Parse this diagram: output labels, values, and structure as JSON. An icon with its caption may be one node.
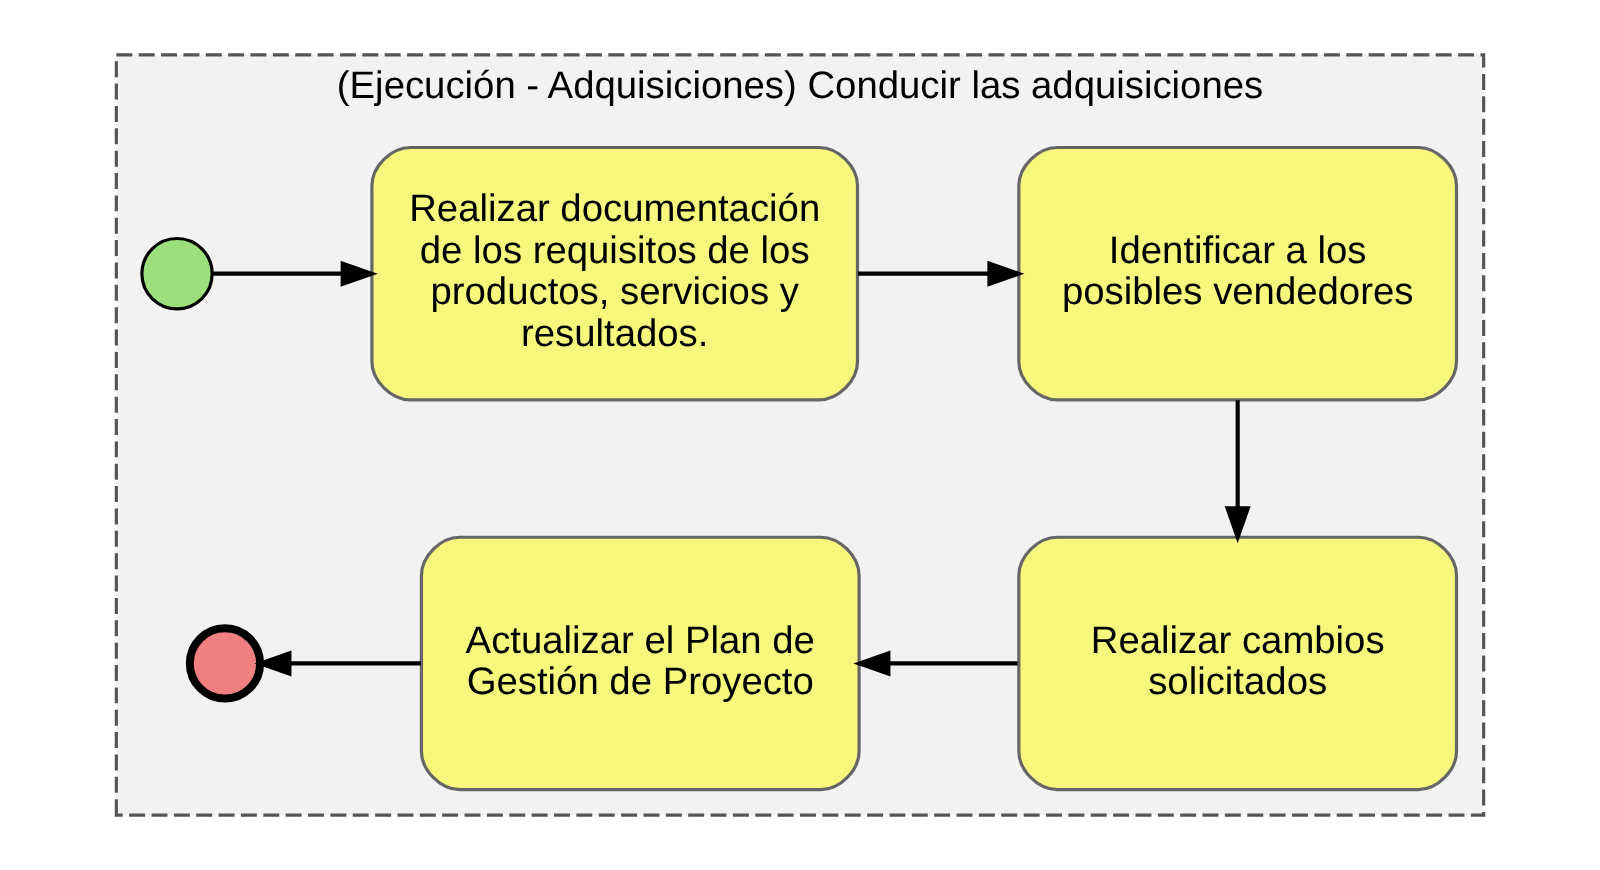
{
  "diagram": {
    "nodes": [
      {
        "text": [
          "(Ejecución - Adquisiciones) Conducir las adquisiciones"
        ]
      },
      {
        "text": [],
        "shape": "circle",
        "in": 0
      },
      {
        "text": [
          "Realizar documentación de los requisitos de los productos, servicios y resultados."
        ],
        "in": 0
      },
      {
        "text": [
          "Identificar a los posibles vendedores"
        ],
        "in": 0
      },
      {
        "text": [
          "Realizar cambios solicitados"
        ],
        "in": 0
      },
      {
        "text": [
          "Actualizar el Plan de Gestión de Proyecto"
        ],
        "in": 0
      },
      {
        "text": [],
        "shape": "circle",
        "in": 0
      }
    ],
    "edges": [
      {
        "from": 1,
        "to": 2,
        "arrow": "to"
      },
      {
        "from": 2,
        "to": 3,
        "arrow": "to"
      },
      {
        "from": 3,
        "to": 4,
        "arrow": "to"
      },
      {
        "from": 4,
        "to": 5,
        "arrow": "to"
      },
      {
        "from": 5,
        "to": 6,
        "arrow": "to"
      }
    ]
  }
}
